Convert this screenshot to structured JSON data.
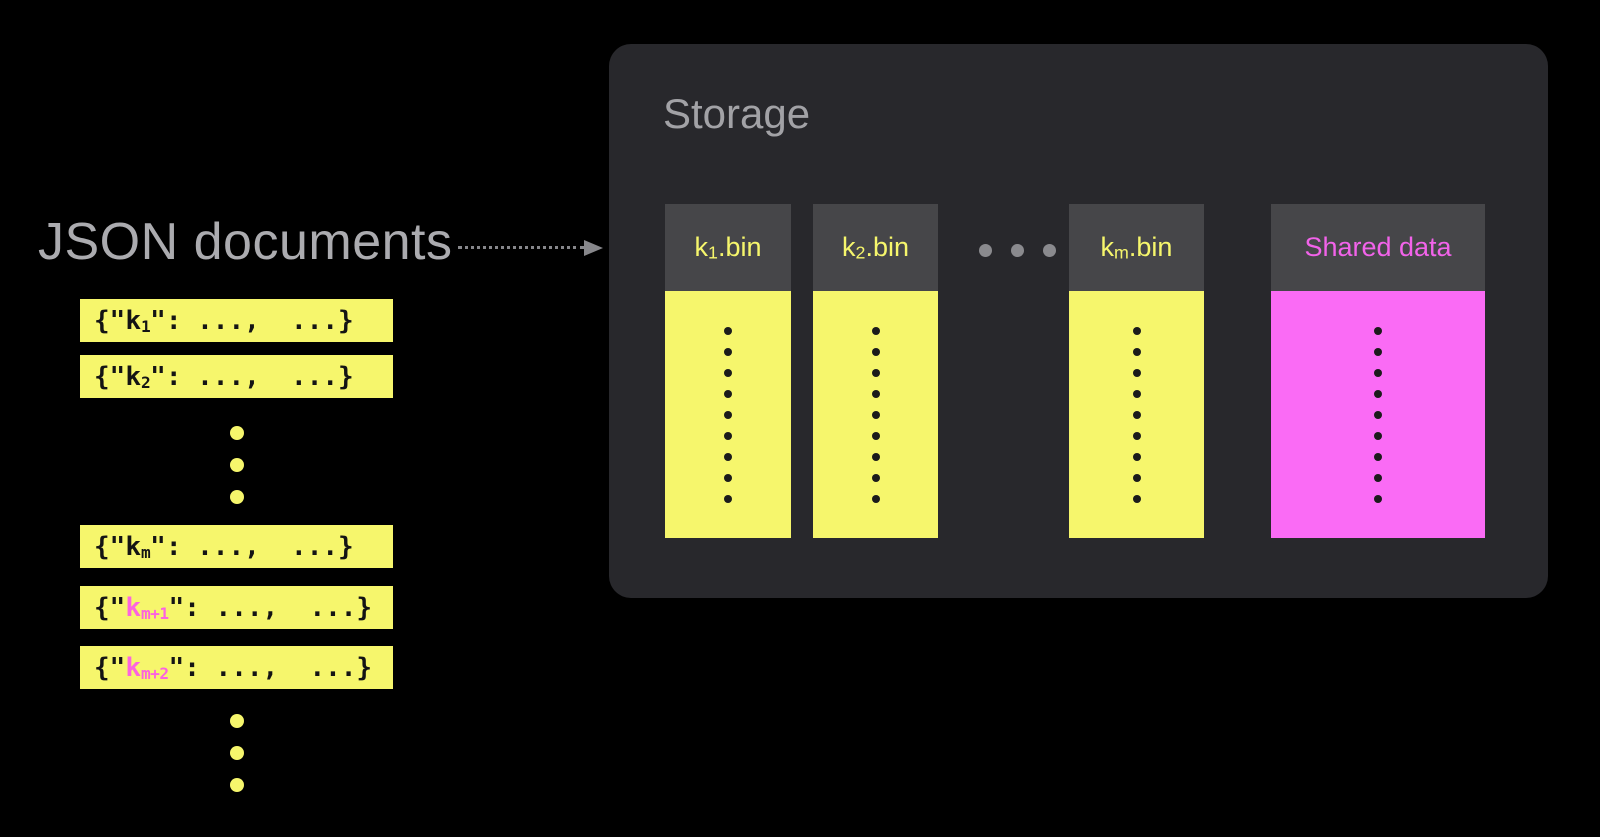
{
  "left": {
    "title": "JSON documents",
    "items": [
      {
        "type": "doc",
        "pre": "{\"",
        "key": "k",
        "sub": "1",
        "post": "\": ...,  ...}",
        "highlighted": false
      },
      {
        "type": "doc",
        "pre": "{\"",
        "key": "k",
        "sub": "2",
        "post": "\": ...,  ...}",
        "highlighted": false
      },
      {
        "type": "ellipsis",
        "dots": 3
      },
      {
        "type": "doc",
        "pre": "{\"",
        "key": "k",
        "sub": "m",
        "post": "\": ...,  ...}",
        "highlighted": false
      },
      {
        "type": "doc",
        "pre": "{\"",
        "key": "k",
        "sub": "m+1",
        "post": "\": ...,  ...}",
        "highlighted": true
      },
      {
        "type": "doc",
        "pre": "{\"",
        "key": "k",
        "sub": "m+2",
        "post": "\": ...,  ...}",
        "highlighted": true
      },
      {
        "type": "ellipsis",
        "dots": 3
      }
    ]
  },
  "storage": {
    "title": "Storage",
    "columns": [
      {
        "type": "bin",
        "key": "k",
        "sub": "1",
        "ext": ".bin",
        "variant": "yellow",
        "dots": 9
      },
      {
        "type": "bin",
        "key": "k",
        "sub": "2",
        "ext": ".bin",
        "variant": "yellow",
        "dots": 9
      },
      {
        "type": "bin",
        "key": "k",
        "sub": "m",
        "ext": ".bin",
        "variant": "yellow",
        "dots": 9
      },
      {
        "type": "shared",
        "label": "Shared data",
        "variant": "pink",
        "dots": 9
      }
    ],
    "ellipsis_dots": 3
  },
  "colors": {
    "yellow": "#F6F66C",
    "pink_fill": "#FA6BF5",
    "pink_text": "#F263EA",
    "key_pink": "#FC63DF",
    "panel_bg": "#28282C",
    "header_bg": "#464649",
    "muted_text": "#ABABAF",
    "arrow_gray": "#87878B"
  }
}
